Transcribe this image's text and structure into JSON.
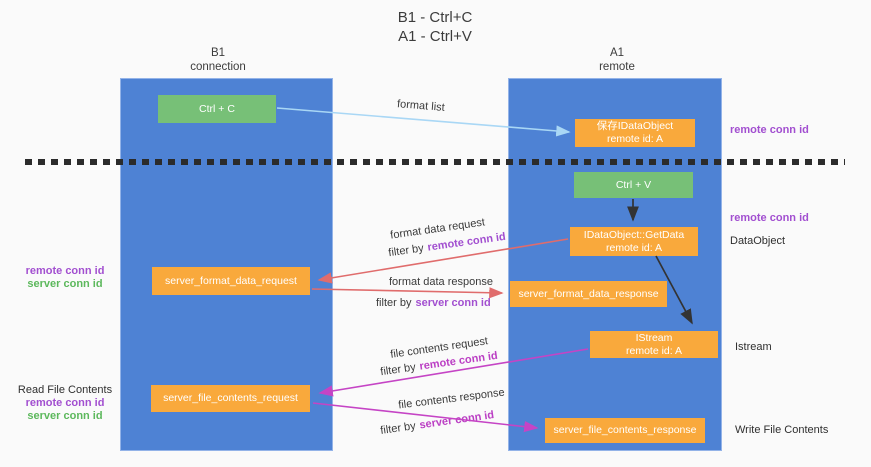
{
  "title": {
    "line1": "B1 - Ctrl+C",
    "line2": "A1 - Ctrl+V"
  },
  "lifelines": {
    "left": {
      "name": "B1",
      "role": "connection"
    },
    "right": {
      "name": "A1",
      "role": "remote"
    }
  },
  "boxes": {
    "ctrl_c": {
      "label": "Ctrl + C"
    },
    "save_idataobject": {
      "line1": "保存IDataObject",
      "line2": "remote id: A"
    },
    "ctrl_v": {
      "label": "Ctrl + V"
    },
    "getdata": {
      "line1": "IDataObject::GetData",
      "line2": "remote id: A"
    },
    "format_request": {
      "label": "server_format_data_request"
    },
    "format_response": {
      "label": "server_format_data_response"
    },
    "istream": {
      "line1": "IStream",
      "line2": "remote id: A"
    },
    "file_request": {
      "label": "server_file_contents_request"
    },
    "file_response": {
      "label": "server_file_contents_response"
    }
  },
  "margin_labels": {
    "right_top_remote_conn_id": "remote conn id",
    "right_mid_remote_conn_id": "remote conn id",
    "right_dataobject": "DataObject",
    "right_istream": "Istream",
    "right_write_file_contents": "Write File Contents",
    "left_top_remote_conn_id": "remote conn id",
    "left_top_server_conn_id": "server conn id",
    "left_read_file_contents": "Read File Contents",
    "left_bottom_remote_conn_id": "remote conn id",
    "left_bottom_server_conn_id": "server conn id"
  },
  "arrow_labels": {
    "format_list": "format list",
    "format_data_request": "format data request",
    "format_data_response": "format data response",
    "file_contents_request": "file contents request",
    "file_contents_response": "file contents response",
    "filter_by": "filter by",
    "remote_conn_id": "remote conn id",
    "server_conn_id": "server conn id"
  },
  "colors": {
    "panel_blue": "#4e82d4",
    "box_green": "#77c077",
    "box_orange": "#f9a93c",
    "arrow_light_blue": "#a9d7f5",
    "arrow_red": "#e06c6c",
    "arrow_magenta": "#c544c5",
    "arrow_dark": "#333333",
    "text_purple": "#a24fd0",
    "text_magenta": "#bb3fc4",
    "text_green": "#5cb85c",
    "background": "#fafafa"
  }
}
